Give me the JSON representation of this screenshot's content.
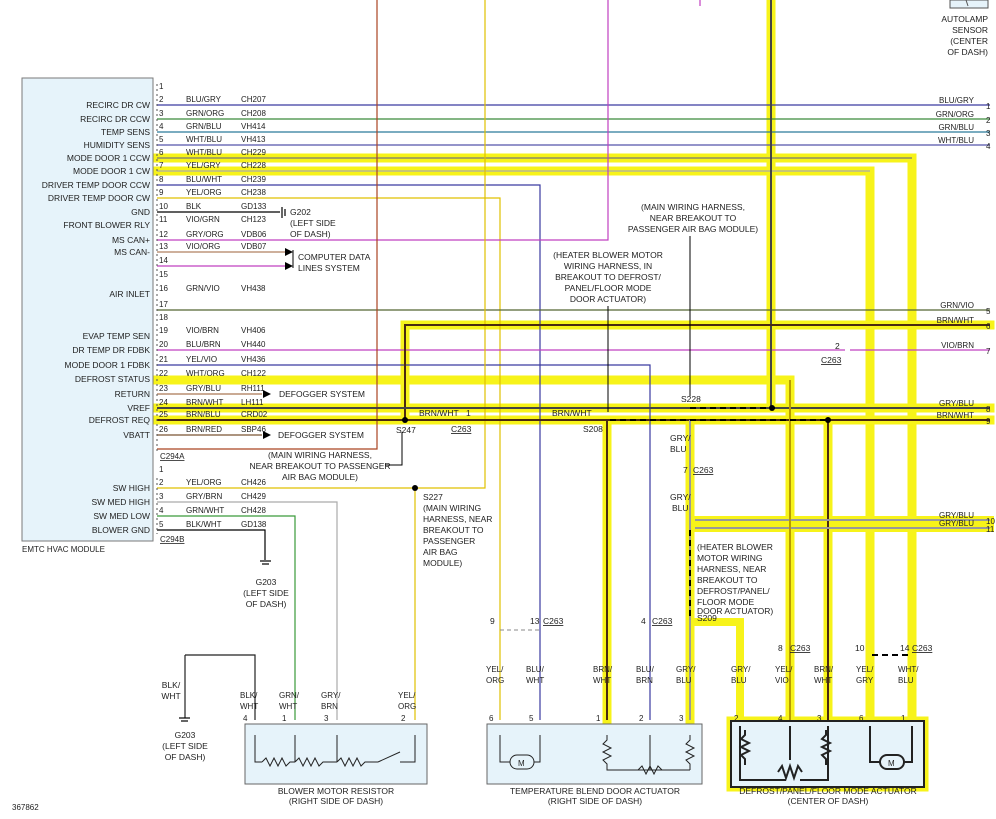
{
  "module": {
    "title": "EMTC HVAC MODULE",
    "connectors": {
      "a": "C294A",
      "b": "C294B"
    },
    "pins_a": [
      {
        "pin": "1",
        "label": "",
        "color": "",
        "circuit": ""
      },
      {
        "pin": "2",
        "label": "RECIRC DR CW",
        "color": "BLU/GRY",
        "circuit": "CH207"
      },
      {
        "pin": "3",
        "label": "RECIRC DR CCW",
        "color": "GRN/ORG",
        "circuit": "CH208"
      },
      {
        "pin": "4",
        "label": "TEMP SENS",
        "color": "GRN/BLU",
        "circuit": "VH414"
      },
      {
        "pin": "5",
        "label": "HUMIDITY SENS",
        "color": "WHT/BLU",
        "circuit": "VH413"
      },
      {
        "pin": "6",
        "label": "MODE DOOR 1 CCW",
        "color": "WHT/BLU",
        "circuit": "CH229"
      },
      {
        "pin": "7",
        "label": "MODE DOOR 1 CW",
        "color": "YEL/GRY",
        "circuit": "CH228"
      },
      {
        "pin": "8",
        "label": "DRIVER TEMP DOOR CCW",
        "color": "BLU/WHT",
        "circuit": "CH239"
      },
      {
        "pin": "9",
        "label": "DRIVER TEMP DOOR CW",
        "color": "YEL/ORG",
        "circuit": "CH238"
      },
      {
        "pin": "10",
        "label": "GND",
        "color": "BLK",
        "circuit": "GD133"
      },
      {
        "pin": "11",
        "label": "FRONT BLOWER RLY",
        "color": "VIO/GRN",
        "circuit": "CH123"
      },
      {
        "pin": "12",
        "label": "MS CAN+",
        "color": "GRY/ORG",
        "circuit": "VDB06"
      },
      {
        "pin": "13",
        "label": "MS CAN-",
        "color": "VIO/ORG",
        "circuit": "VDB07"
      },
      {
        "pin": "14",
        "label": "",
        "color": "",
        "circuit": ""
      },
      {
        "pin": "15",
        "label": "",
        "color": "",
        "circuit": ""
      },
      {
        "pin": "16",
        "label": "AIR INLET",
        "color": "GRN/VIO",
        "circuit": "VH438"
      },
      {
        "pin": "17",
        "label": "",
        "color": "",
        "circuit": ""
      },
      {
        "pin": "18",
        "label": "",
        "color": "",
        "circuit": ""
      },
      {
        "pin": "19",
        "label": "EVAP TEMP SEN",
        "color": "VIO/BRN",
        "circuit": "VH406"
      },
      {
        "pin": "20",
        "label": "DR TEMP DR FDBK",
        "color": "BLU/BRN",
        "circuit": "VH440"
      },
      {
        "pin": "21",
        "label": "MODE DOOR 1 FDBK",
        "color": "YEL/VIO",
        "circuit": "VH436"
      },
      {
        "pin": "22",
        "label": "DEFROST STATUS",
        "color": "WHT/ORG",
        "circuit": "CH122"
      },
      {
        "pin": "23",
        "label": "RETURN",
        "color": "GRY/BLU",
        "circuit": "RH111"
      },
      {
        "pin": "24",
        "label": "VREF",
        "color": "BRN/WHT",
        "circuit": "LH111"
      },
      {
        "pin": "25",
        "label": "DEFROST REQ",
        "color": "BRN/BLU",
        "circuit": "CRD02"
      },
      {
        "pin": "26",
        "label": "VBATT",
        "color": "BRN/RED",
        "circuit": "SBP46"
      }
    ],
    "pins_b": [
      {
        "pin": "1",
        "label": "",
        "color": "",
        "circuit": ""
      },
      {
        "pin": "2",
        "label": "SW HIGH",
        "color": "YEL/ORG",
        "circuit": "CH426"
      },
      {
        "pin": "3",
        "label": "SW MED HIGH",
        "color": "GRY/BRN",
        "circuit": "CH429"
      },
      {
        "pin": "4",
        "label": "SW MED LOW",
        "color": "GRN/WHT",
        "circuit": "CH428"
      },
      {
        "pin": "5",
        "label": "BLOWER GND",
        "color": "BLK/WHT",
        "circuit": "GD138"
      }
    ]
  },
  "right_labels": [
    {
      "text": "BLU/GRY",
      "num": "1"
    },
    {
      "text": "GRN/ORG",
      "num": "2"
    },
    {
      "text": "GRN/BLU",
      "num": "3"
    },
    {
      "text": "WHT/BLU",
      "num": "4"
    },
    {
      "text": "GRN/VIO",
      "num": "5"
    },
    {
      "text": "BRN/WHT",
      "num": "6"
    },
    {
      "text": "VIO/BRN",
      "num": "7"
    },
    {
      "text": "GRY/BLU",
      "num": "8"
    },
    {
      "text": "BRN/WHT",
      "num": "9"
    },
    {
      "text": "GRY/BLU",
      "num": "10"
    },
    {
      "text": "GRY/BLU",
      "num": "11"
    }
  ],
  "autolamp": [
    "AUTOLAMP",
    "SENSOR",
    "(CENTER",
    "OF DASH)"
  ],
  "g202": [
    "G202",
    "(LEFT SIDE",
    "OF DASH)"
  ],
  "computer_data": [
    "COMPUTER DATA",
    "LINES SYSTEM"
  ],
  "defogger1": "DEFOGGER SYSTEM",
  "defogger2": "DEFOGGER SYSTEM",
  "main_harness_bottom": [
    "(MAIN WIRING HARNESS,",
    "NEAR BREAKOUT TO PASSENGER",
    "AIR BAG MODULE)"
  ],
  "main_harness_top": [
    "(MAIN WIRING HARNESS,",
    "NEAR BREAKOUT TO",
    "PASSENGER AIR BAG MODULE)"
  ],
  "heater_harness_top": [
    "(HEATER BLOWER MOTOR",
    "WIRING HARNESS, IN",
    "BREAKOUT TO DEFROST/",
    "PANEL/FLOOR MODE",
    "DOOR ACTUATOR)"
  ],
  "s227_note": [
    "S227",
    "(MAIN WIRING",
    "HARNESS, NEAR",
    "BREAKOUT TO",
    "PASSENGER",
    "AIR BAG",
    "MODULE)"
  ],
  "heater_harness_right": [
    "(HEATER BLOWER",
    "MOTOR WIRING",
    "HARNESS, NEAR",
    "BREAKOUT TO",
    "DEFROST/PANEL/",
    "FLOOR MODE",
    "DOOR ACTUATOR)"
  ],
  "splices": {
    "s228": "S228",
    "s208": "S208",
    "s247": "S247",
    "s209": "S209"
  },
  "c263": "C263",
  "c263_pins": {
    "p1": "1",
    "p2": "2",
    "p7": "7",
    "p9": "9",
    "p13": "13",
    "p4": "4",
    "p8": "8",
    "p10": "10",
    "p14": "14"
  },
  "wire_mid": {
    "brn_wht_a": "BRN/WHT",
    "brn_wht_b": "BRN/WHT",
    "gry_blu_a": "GRY/\nBLU",
    "gry_blu_b": "GRY/\nBLU"
  },
  "g203_left": [
    "G203",
    "(LEFT SIDE",
    "OF DASH)"
  ],
  "g203_right": [
    "G203",
    "(LEFT SIDE",
    "OF DASH)"
  ],
  "blower_resistor": {
    "title": [
      "BLOWER MOTOR RESISTOR",
      "(RIGHT SIDE OF DASH)"
    ],
    "wires": [
      [
        "BLK/",
        "WHT"
      ],
      [
        "GRN/",
        "WHT"
      ],
      [
        "GRY/",
        "BRN"
      ],
      [
        "YEL/",
        "ORG"
      ]
    ],
    "pins": [
      "4",
      "1",
      "3",
      "2"
    ],
    "left_wire": [
      "BLK/",
      "WHT"
    ]
  },
  "temp_actuator": {
    "title": [
      "TEMPERATURE BLEND DOOR ACTUATOR",
      "(RIGHT SIDE OF DASH)"
    ],
    "wires": [
      [
        "YEL/",
        "ORG"
      ],
      [
        "BLU/",
        "WHT"
      ],
      [
        "BRN/",
        "WHT"
      ],
      [
        "BLU/",
        "BRN"
      ],
      [
        "GRY/",
        "BLU"
      ]
    ],
    "pins": [
      "6",
      "5",
      "1",
      "2",
      "3"
    ]
  },
  "mode_actuator": {
    "title": [
      "DEFROST/PANEL/FLOOR MODE ACTUATOR",
      "(CENTER OF DASH)"
    ],
    "wires": [
      [
        "GRY/",
        "BLU"
      ],
      [
        "YEL/",
        "VIO"
      ],
      [
        "BRN/",
        "WHT"
      ],
      [
        "YEL/",
        "GRY"
      ],
      [
        "WHT/",
        "BLU"
      ]
    ],
    "pins": [
      "2",
      "4",
      "3",
      "6",
      "1"
    ]
  },
  "motor_label": "M",
  "diagram_id": "367862",
  "colors": {
    "highlight": "#f7f31a",
    "highlight_edge": "#d8d400",
    "module_fill": "#e6f3fa"
  }
}
